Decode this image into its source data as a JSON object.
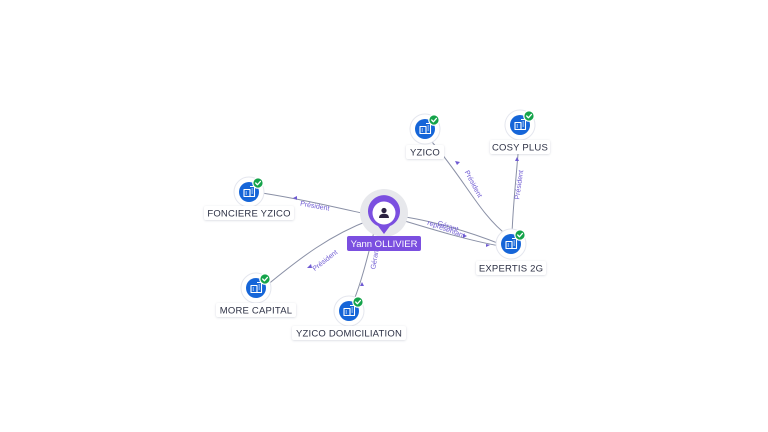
{
  "person": {
    "name": "Yann OLLIVIER",
    "icon": "person-icon"
  },
  "companies": [
    {
      "id": "fonciere",
      "name": "FONCIERE YZICO",
      "icon": "building-icon",
      "verified": true
    },
    {
      "id": "more",
      "name": "MORE CAPITAL",
      "icon": "building-icon",
      "verified": true
    },
    {
      "id": "domiciliation",
      "name": "YZICO DOMICILIATION",
      "icon": "building-icon",
      "verified": true
    },
    {
      "id": "yzico",
      "name": "YZICO",
      "icon": "building-icon",
      "verified": true
    },
    {
      "id": "cosy",
      "name": "COSY PLUS",
      "icon": "building-icon",
      "verified": true
    },
    {
      "id": "expertis",
      "name": "EXPERTIS 2G",
      "icon": "building-icon",
      "verified": true
    }
  ],
  "edges": [
    {
      "from": "person",
      "to": "fonciere",
      "label": "Président"
    },
    {
      "from": "person",
      "to": "more",
      "label": "Président"
    },
    {
      "from": "person",
      "to": "domiciliation",
      "label": "Gérant"
    },
    {
      "from": "person",
      "to": "expertis",
      "label": "Gérant"
    },
    {
      "from": "person",
      "to": "expertis",
      "label": "représentant"
    },
    {
      "from": "expertis",
      "to": "yzico",
      "label": "Président"
    },
    {
      "from": "expertis",
      "to": "cosy",
      "label": "Président"
    }
  ],
  "colors": {
    "person_accent": "#7b4fe0",
    "company_node": "#1565d8",
    "verified_badge": "#14a34a",
    "edge_line": "#8a90a6",
    "edge_label": "#6f5bd3"
  }
}
